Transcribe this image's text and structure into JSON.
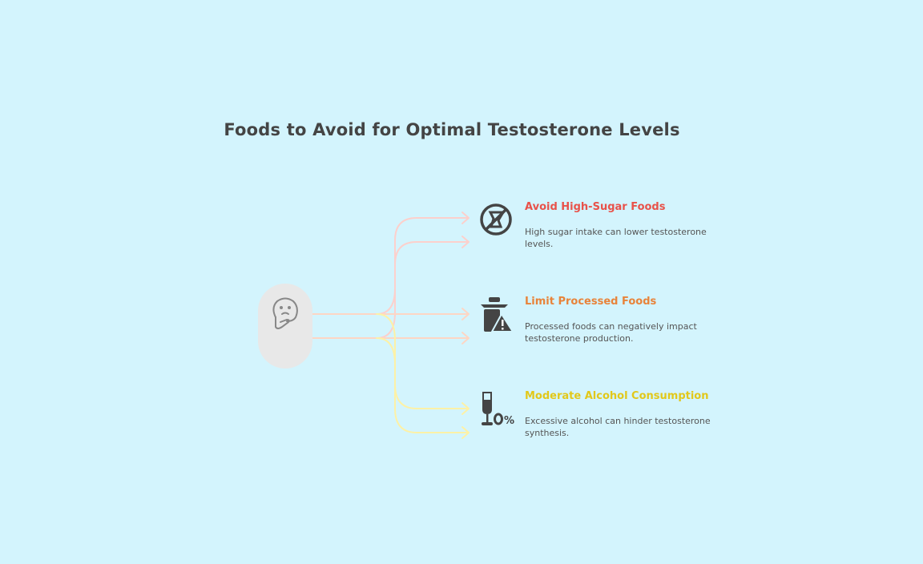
{
  "title": "Foods to Avoid for Optimal Testosterone Levels",
  "center_icon": "thinking-face-icon",
  "items": [
    {
      "heading": "Avoid High-Sugar Foods",
      "description": "High sugar intake can lower testosterone levels.",
      "color": "#e8524a",
      "line_color": "#fcd0cc",
      "icon": "no-sugar-icon"
    },
    {
      "heading": "Limit Processed Foods",
      "description": "Processed foods can negatively impact testosterone production.",
      "color": "#e8833a",
      "line_color": "#fdd6c4",
      "icon": "processed-food-warning-icon"
    },
    {
      "heading": "Moderate Alcohol Consumption",
      "description": "Excessive alcohol can hinder testosterone synthesis.",
      "color": "#e2c81a",
      "line_color": "#fdf1a6",
      "icon": "zero-alcohol-glass-icon"
    }
  ]
}
